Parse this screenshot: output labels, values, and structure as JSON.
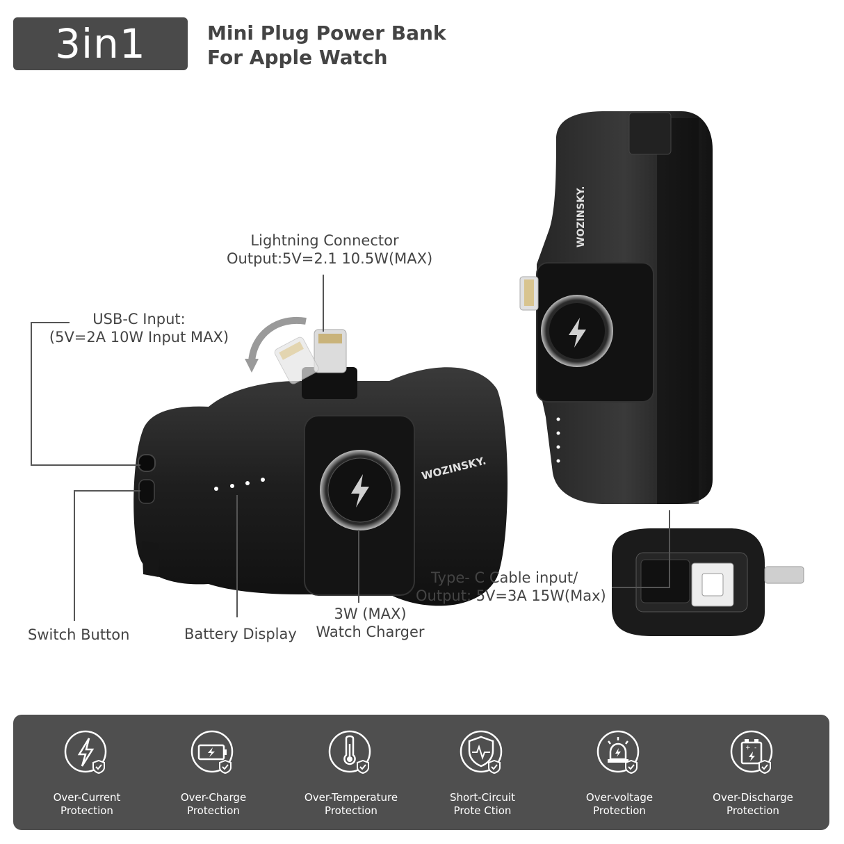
{
  "badge": {
    "text": "3in1"
  },
  "headline": {
    "line1": "Mini Plug Power Bank",
    "line2": "For Apple Watch"
  },
  "callouts": {
    "lightning": {
      "line1": "Lightning Connector",
      "line2": "Output:5V=2.1 10.5W(MAX)"
    },
    "usbc": {
      "line1": "USB-C Input:",
      "line2": "(5V=2A 10W Input MAX)"
    },
    "switch": "Switch Button",
    "battery": "Battery Display",
    "watch": {
      "line1": "3W (MAX)",
      "line2": "Watch  Charger"
    },
    "typec": {
      "line1": "Type- C Cable input/",
      "line2": "Output: 5V=3A 15W(Max)"
    }
  },
  "brand": {
    "logo_text": "WOZINSKY."
  },
  "colors": {
    "panel": "#4f4f4f",
    "badge": "#4a4a4a",
    "device": "#1c1c1c"
  },
  "features": [
    {
      "icon": "lightning-shield-icon",
      "line1": "Over-Current",
      "line2": "Protection"
    },
    {
      "icon": "battery-charge-icon",
      "line1": "Over-Charge",
      "line2": "Protection"
    },
    {
      "icon": "thermometer-icon",
      "line1": "Over-Temperature",
      "line2": "Protection"
    },
    {
      "icon": "circuit-shield-icon",
      "line1": "Short-Circuit",
      "line2": "Prote Ction"
    },
    {
      "icon": "alarm-light-icon",
      "line1": "Over-voltage",
      "line2": "Protection"
    },
    {
      "icon": "battery-discharge-icon",
      "line1": "Over-Discharge",
      "line2": "Protection"
    }
  ]
}
